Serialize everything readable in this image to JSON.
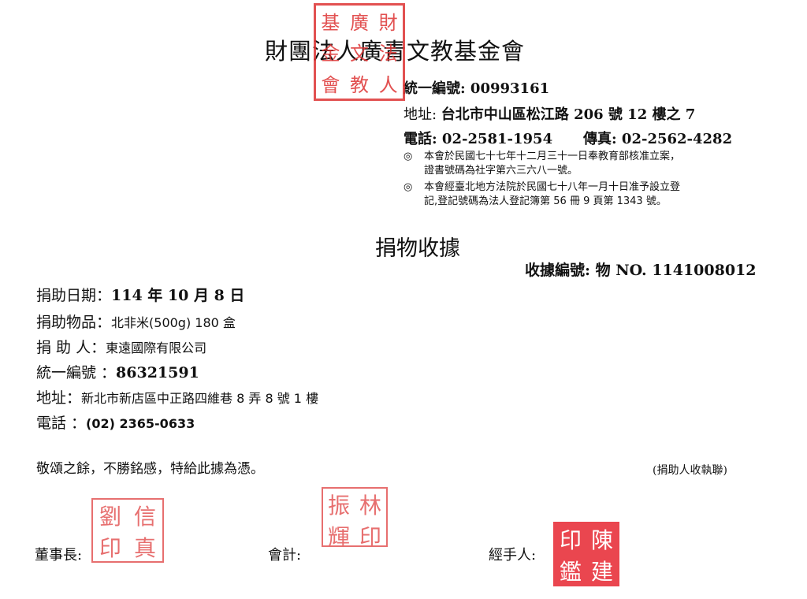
{
  "header": {
    "org_name": "財團法人廣青文教基金會",
    "uniform_no_label": "統一編號: ",
    "uniform_no": "00993161",
    "address_label": "地址: ",
    "address": "台北市中山區松江路 206 號 12 樓之 7",
    "phone_label": "電話: ",
    "phone": "02-2581-1954",
    "fax_label": "傳真: ",
    "fax": "02-2562-4282",
    "notes": [
      {
        "mark": "◎",
        "line1": "本會於民國七十七年十二月三十一日奉教育部核准立案，",
        "line2": "證書號碼為社字第六三六八一號。"
      },
      {
        "mark": "◎",
        "line1": "本會經臺北地方法院於民國七十八年一月十日准予設立登",
        "line2": "記,登記號碼為法人登記簿第 56 冊 9 頁第 1343 號。"
      }
    ]
  },
  "receipt": {
    "title": "捐物收據",
    "no_label": "收據編號: ",
    "no": "物 NO. 1141008012"
  },
  "donation": {
    "date_label": "捐助日期：",
    "date": "114 年 10 月 8 日",
    "item_label": "捐助物品：",
    "item": "北非米(500g) 180 盒",
    "donor_label": "捐 助 人：",
    "donor": "東遠國際有限公司",
    "uniform_label": "統一編號 ：",
    "uniform": "86321591",
    "address_label": "地址：",
    "address": "新北市新店區中正路四維巷 8 弄 8 號 1 樓",
    "phone_label": "電話 ：",
    "phone": "(02) 2365-0633"
  },
  "thanks": "敬頌之餘，不勝銘感，特給此據為憑。",
  "copy_label": "(捐助人收執聯)",
  "signatures": {
    "chairman": "董事長:",
    "accountant": "會計:",
    "handler": "經手人:"
  },
  "seals": {
    "org": [
      "基",
      "廣",
      "財",
      "金",
      "文",
      "法",
      "會",
      "教",
      "人"
    ],
    "chairman": [
      "信",
      "劉",
      "真",
      "印"
    ],
    "accountant": [
      "林",
      "振",
      "輝",
      "印"
    ],
    "handler": [
      "陳",
      "建",
      "印",
      "鑑"
    ]
  },
  "colors": {
    "seal_red": "#d33"
  }
}
